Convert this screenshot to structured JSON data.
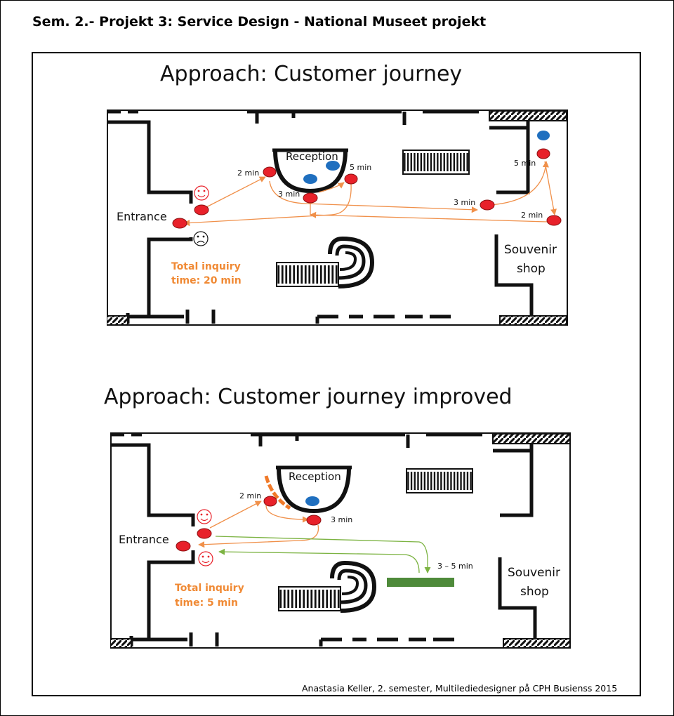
{
  "header": {
    "title": "Sem. 2.- Projekt 3:  Service Design - National Museet projekt"
  },
  "section1": {
    "title": "Approach: Customer journey",
    "labels": {
      "reception": "Reception",
      "entrance": "Entrance",
      "souvenir_line1": "Souvenir",
      "souvenir_line2": "shop",
      "time_a": "2 min",
      "time_b": "5 min",
      "time_c": "3 min",
      "time_d": "5 min",
      "time_e": "3 min",
      "time_f": "2 min",
      "total_line1": "Total inquiry",
      "total_line2": "time:  20 min"
    }
  },
  "section2": {
    "title": "Approach: Customer journey improved",
    "labels": {
      "reception": "Reception",
      "entrance": "Entrance",
      "souvenir_line1": "Souvenir",
      "souvenir_line2": "shop",
      "time_a": "2 min",
      "time_b": "3 min",
      "time_c": "3 – 5 min",
      "total_line1": "Total inquiry",
      "total_line2": "time:  5 min"
    }
  },
  "colors": {
    "customer": "#e8212a",
    "staff": "#1f6fbf",
    "path": "#f0904a",
    "path_improved": "#7cb342",
    "queue_bar": "#4e8a3a",
    "orange_text": "#f08a35",
    "wall": "#111111"
  },
  "icons": [
    "smiley-happy-icon",
    "smiley-sad-icon"
  ],
  "footer": {
    "credit": "Anastasia Keller, 2. semester, Multilediedesigner på CPH Busienss   2015"
  }
}
